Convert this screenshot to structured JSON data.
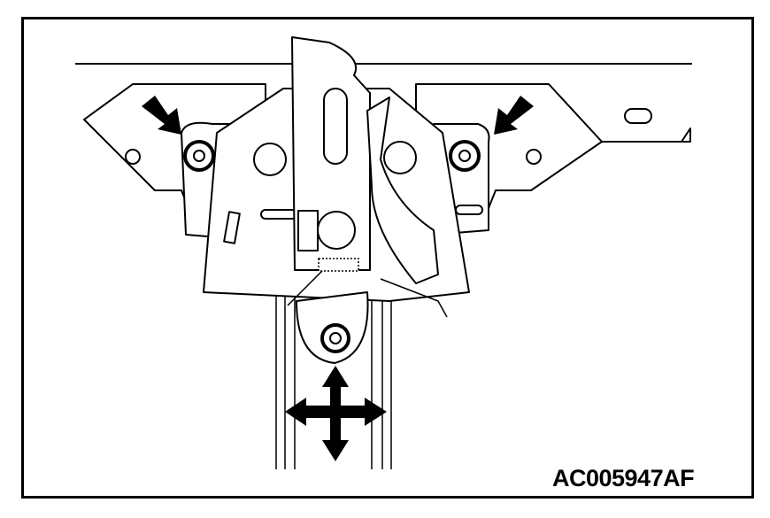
{
  "figure": {
    "id_label": "AC005947AF",
    "arrows": [
      "arrow-to-left-bolt",
      "arrow-to-right-bolt",
      "adjust-direction-cross-arrow"
    ]
  }
}
